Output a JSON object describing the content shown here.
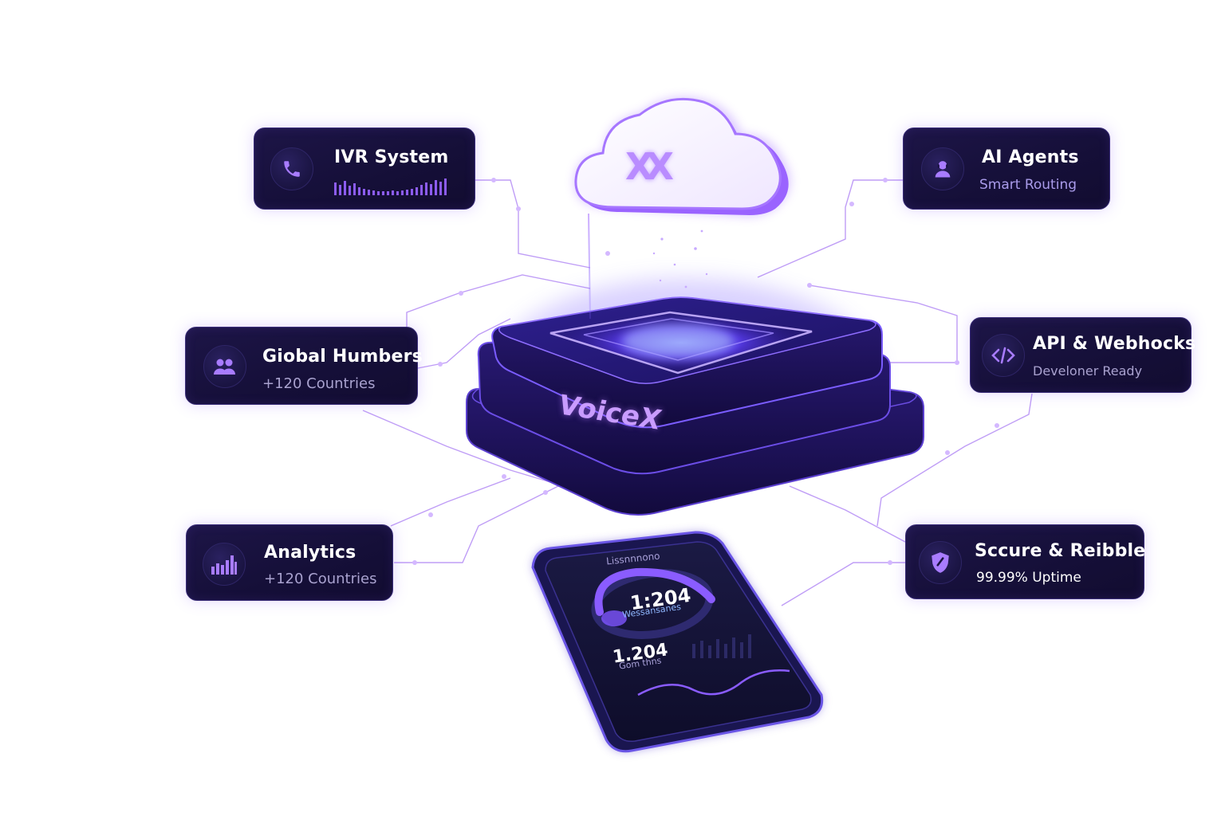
{
  "brand": {
    "cloud_mark": "XX",
    "platform_label": "VoiceX"
  },
  "cards": {
    "ivr": {
      "title": "IVR System",
      "icon": "phone-icon"
    },
    "ai_agents": {
      "title": "AI Agents",
      "subtitle": "Smart Routing",
      "icon": "agent-icon"
    },
    "global_numbers": {
      "title": "Giobal Humbers",
      "subtitle": "+120 Countries",
      "icon": "users-icon"
    },
    "api": {
      "title": "API & Webhocks",
      "subtitle": "Develoner Ready",
      "icon": "code-icon"
    },
    "analytics": {
      "title": "Analytics",
      "subtitle": "+120 Countries",
      "icon": "bar-chart-icon"
    },
    "secure": {
      "title": "Sccure & Reibble",
      "subtitle": "99.99% Uptime",
      "icon": "shield-icon"
    }
  },
  "phone": {
    "header": "Lissnnnono",
    "gauge_value": "1:204",
    "gauge_caption": "Wessansanes",
    "stat_value": "1.204",
    "stat_caption": "Gom thns"
  },
  "colors": {
    "card_bg": "#170f3b",
    "accent": "#a66cff",
    "subtitle": "#a9a2cf",
    "platform": "#3a2a9a"
  }
}
